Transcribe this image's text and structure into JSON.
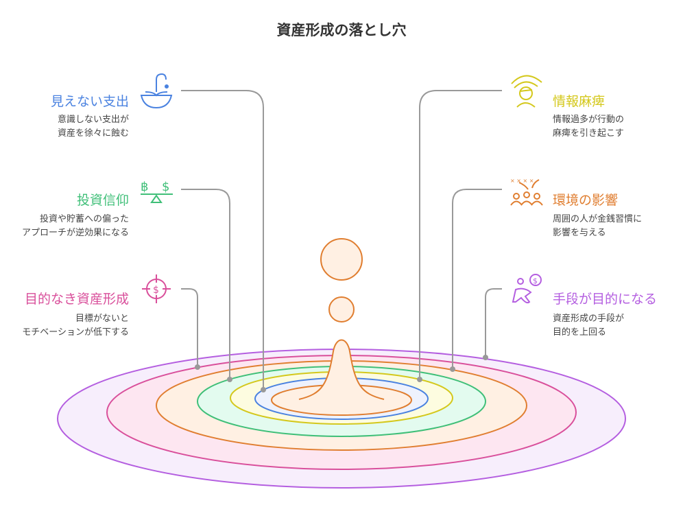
{
  "title": "資産形成の落とし穴",
  "left": [
    {
      "title": "見えない支出",
      "desc": [
        "意識しない支出が",
        "資産を徐々に蝕む"
      ],
      "color": "#4a82e0",
      "icon": "faucet-icon"
    },
    {
      "title": "投資信仰",
      "desc": [
        "投資や貯蓄への偏った",
        "アプローチが逆効果になる"
      ],
      "color": "#3fbf78",
      "icon": "currency-balance-icon"
    },
    {
      "title": "目的なき資産形成",
      "desc": [
        "目標がないと",
        "モチベーションが低下する"
      ],
      "color": "#d94f9b",
      "icon": "dollar-target-icon"
    }
  ],
  "right": [
    {
      "title": "情報麻痺",
      "desc": [
        "情報過多が行動の",
        "麻痺を引き起こす"
      ],
      "color": "#d4c81c",
      "icon": "overwhelmed-person-icon"
    },
    {
      "title": "環境の影響",
      "desc": [
        "周囲の人が金銭習慣に",
        "影響を与える"
      ],
      "color": "#e07e30",
      "icon": "group-influence-icon"
    },
    {
      "title": "手段が目的になる",
      "desc": [
        "資産形成の手段が",
        "目的を上回る"
      ],
      "color": "#b45ee0",
      "icon": "person-money-icon"
    }
  ]
}
